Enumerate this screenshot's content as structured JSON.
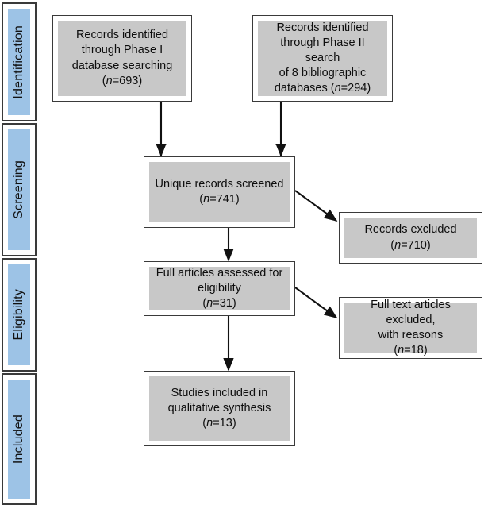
{
  "diagram": {
    "type": "prisma-flow-diagram",
    "stages": [
      {
        "id": "identification",
        "label": "Identification"
      },
      {
        "id": "screening",
        "label": "Screening"
      },
      {
        "id": "eligibility",
        "label": "Eligibility"
      },
      {
        "id": "included",
        "label": "Included"
      }
    ],
    "nodes": {
      "phase1": {
        "line1": "Records identified",
        "line2": "through Phase I",
        "line3": "database searching",
        "count": "(n=693)",
        "n_italic": "n",
        "n_value": "=693"
      },
      "phase2": {
        "line1": "Records identified",
        "line2": "through Phase II search",
        "line3": "of 8 bibliographic",
        "line4_prefix": "databases (",
        "n_italic": "n",
        "n_value": "=294)"
      },
      "screened": {
        "line1": "Unique records screened",
        "n_italic": "n",
        "n_value": "=741"
      },
      "records_excluded": {
        "line1": "Records excluded",
        "n_italic": "n",
        "n_value": "=710"
      },
      "assessed": {
        "line1": "Full articles assessed for",
        "line2": "eligibility",
        "n_italic": "n",
        "n_value": "=31"
      },
      "fulltext_excluded": {
        "line1": "Full text articles excluded,",
        "line2": "with reasons",
        "n_italic": "n",
        "n_value": "=18"
      },
      "included_studies": {
        "line1": "Studies included in",
        "line2": "qualitative synthesis",
        "n_italic": "n",
        "n_value": "=13"
      }
    },
    "colors": {
      "stage_fill": "#9dc3e6",
      "node_fill": "#c8c8c8",
      "border": "#3a3a3a",
      "text": "#0d0d0d"
    }
  }
}
